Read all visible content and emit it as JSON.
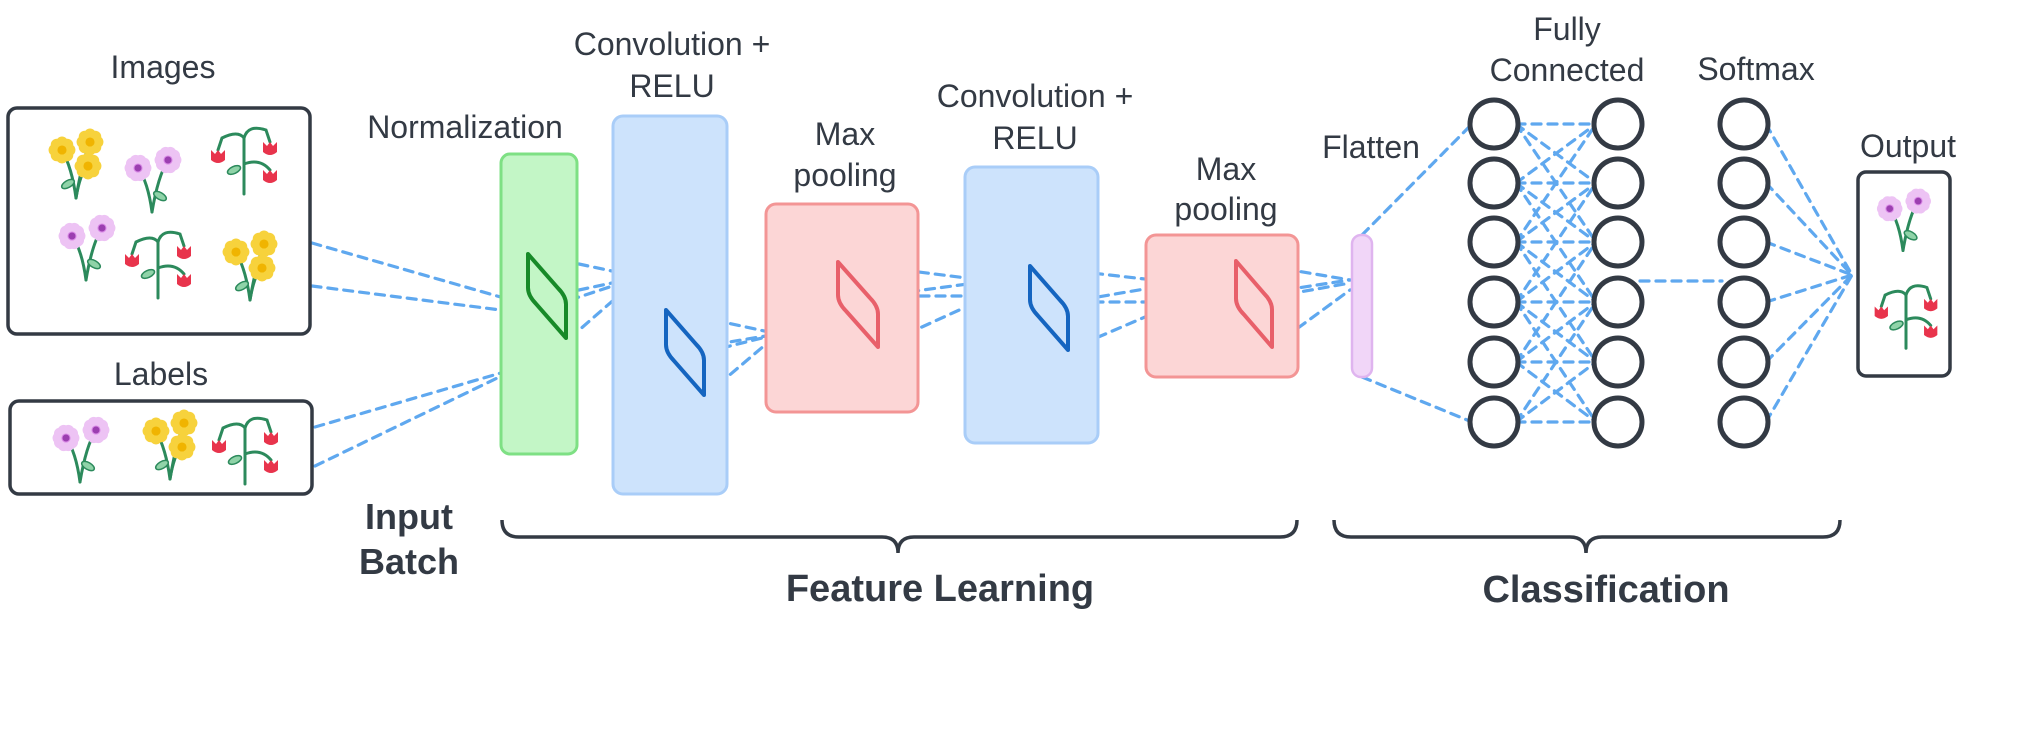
{
  "labels": {
    "images": "Images",
    "labels": "Labels",
    "input_batch": [
      "Input",
      "Batch"
    ],
    "normalization": "Normalization",
    "conv1": [
      "Convolution +",
      "RELU"
    ],
    "pool1": [
      "Max",
      "pooling"
    ],
    "conv2": [
      "Convolution +",
      "RELU"
    ],
    "pool2": [
      "Max",
      "pooling"
    ],
    "flatten": "Flatten",
    "fully_connected": [
      "Fully",
      "Connected"
    ],
    "softmax": "Softmax",
    "output": "Output",
    "feature_learning": "Feature Learning",
    "classification": "Classification"
  },
  "colors": {
    "text": "#333a44",
    "dash": "#5fa8ef",
    "green_fill": "#c3f6c6",
    "green_stroke": "#7ee084",
    "green_kernel": "#178a28",
    "blue_fill": "#cde3fc",
    "blue_stroke": "#a9cdf8",
    "blue_kernel": "#1565c0",
    "red_fill": "#fcd6d6",
    "red_stroke": "#f39595",
    "red_kernel": "#e8606a",
    "purple_fill": "#f1d6f8",
    "purple_stroke": "#dfb4ef",
    "node_stroke": "#333a44",
    "flower_yellow": "#f7d23c",
    "flower_purple": "#d989e6",
    "flower_red": "#e8344c",
    "stem": "#2c8a5c"
  },
  "layers": {
    "fully_connected_nodes": 6,
    "fully_connected_columns": 2,
    "softmax_nodes": 6
  },
  "icons": {
    "image_flowers": [
      "sunflower",
      "daisy",
      "tulip",
      "daisy",
      "tulip",
      "sunflower"
    ],
    "label_flowers": [
      "daisy",
      "sunflower",
      "tulip"
    ],
    "output_flowers": [
      "daisy",
      "tulip"
    ]
  }
}
